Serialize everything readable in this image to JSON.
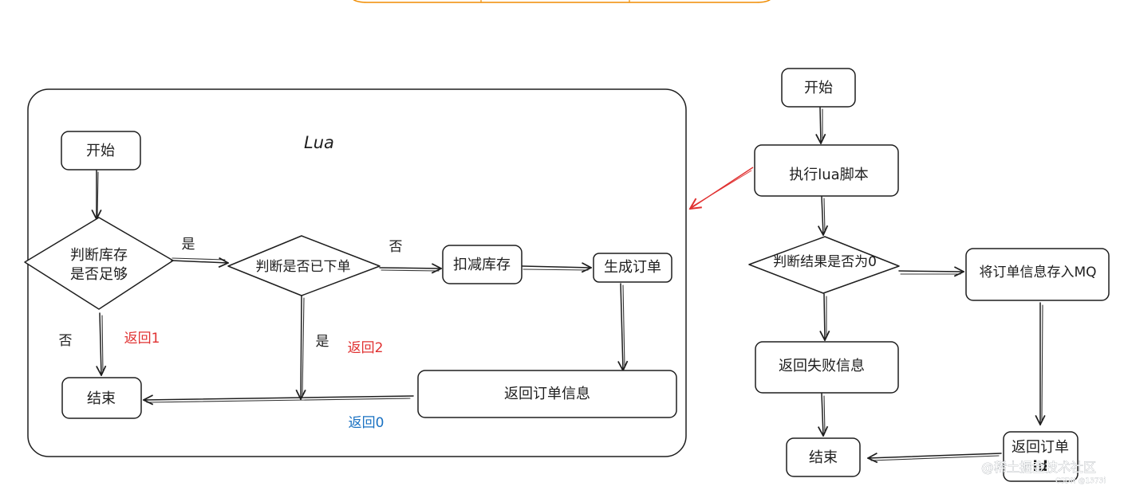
{
  "colors": {
    "ink": "#1e1e1e",
    "red": "#e03131",
    "blue": "#1971c2",
    "orange": "#f08c00",
    "arrow_red": "#e03131"
  },
  "lua": {
    "title": "Lua",
    "start": "开始",
    "check_stock_line1": "判断库存",
    "check_stock_line2": "是否足够",
    "yes_1": "是",
    "check_ordered": "判断是否已下单",
    "no_2": "否",
    "deduct_stock": "扣减库存",
    "create_order": "生成订单",
    "no_1": "否",
    "return1": "返回1",
    "yes_2": "是",
    "return2": "返回2",
    "end": "结束",
    "return_order_info": "返回订单信息",
    "return0": "返回0"
  },
  "main": {
    "start": "开始",
    "run_lua": "执行lua脚本",
    "judge_result": "判断结果是否为0",
    "save_mq": "将订单信息存入MQ",
    "return_fail": "返回失败信息",
    "end": "结束",
    "return_order_id_line1": "返回订单",
    "return_order_id_line2": "id"
  },
  "watermark": {
    "site": "@稀土掘金技术社区",
    "author": "CSDN @1373i"
  }
}
